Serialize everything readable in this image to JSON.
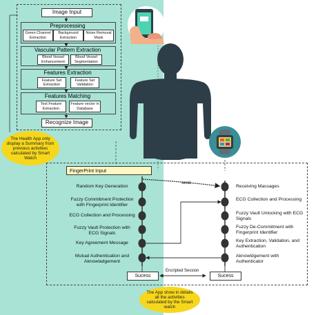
{
  "image_input": "Image Input",
  "preprocessing": {
    "title": "Preprocessing",
    "items": [
      "Green Channel Extraction",
      "Background Extraction",
      "Noise Removal Mask"
    ]
  },
  "vascular": {
    "title": "Vascular Pattern Extraction",
    "items": [
      "Blood Vessel Enhancement",
      "Blood Vessel Segmentation"
    ]
  },
  "features_extraction": {
    "title": "Features Extraction",
    "items": [
      "Feature Set Extraction",
      "Feature Set Validation"
    ]
  },
  "features_matching": {
    "title": "Features Matching",
    "items": [
      "Test Feature Extraction",
      "Feature vector in Database"
    ]
  },
  "recognize": "Recognize Image",
  "note_top": "The Health App only display a Summary from previous activities calculated by Smart Watch",
  "note_bottom": "The App show in details all the activities calculated by the Smart watch",
  "fingerprint_input": "FingerPrint Input",
  "left_steps": [
    "Random Key Generation",
    "Fuzzy Commitment Protection with Fingerprint Identifier",
    "ECG Collection and Processing",
    "Fuzzy Vault Protection with ECG Signals",
    "Key Agreement Message",
    "Mutual Authentication and Aknowladgement"
  ],
  "right_steps": [
    "Receiving Massages",
    "ECG Collection and Processing",
    "Fuzzy Vault Unlocking with ECG Signals",
    "Fuzzy De-Commitment with Fingerprint Identifier",
    "Key Extraction, Validation, and Authentication",
    "Aknowldgement with Authenticator"
  ],
  "send_label": "send",
  "success_left": "Sucess",
  "success_right": "Sucess",
  "encrypted_session": "Encripted Session",
  "colors": {
    "left_panel": "#a8e3d6",
    "note": "#f6d71c",
    "silhouette": "#2e3e48",
    "node": "#333333",
    "watch_circle": "#3a8e96"
  }
}
